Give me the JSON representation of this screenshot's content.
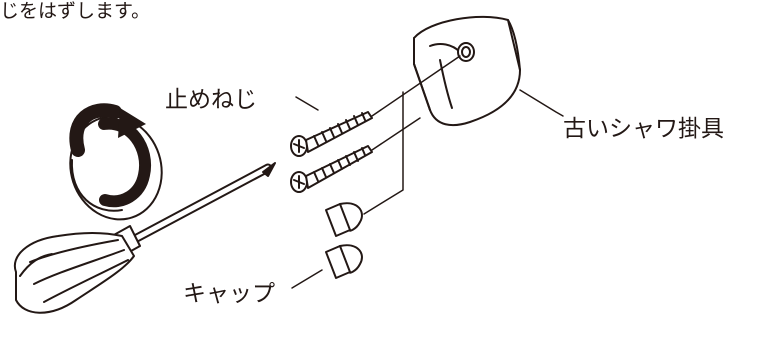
{
  "instruction": "じをはずします。",
  "labels": {
    "screws": "止めねじ",
    "holder": "古いシャワ掛具",
    "caps": "キャップ"
  },
  "colors": {
    "ink": "#231815",
    "background": "#ffffff",
    "shading": "#c9c9c9"
  },
  "icons": [
    "rotation-arrow-icon",
    "screwdriver-icon",
    "screw-icon",
    "cap-icon",
    "shower-holder-icon"
  ]
}
